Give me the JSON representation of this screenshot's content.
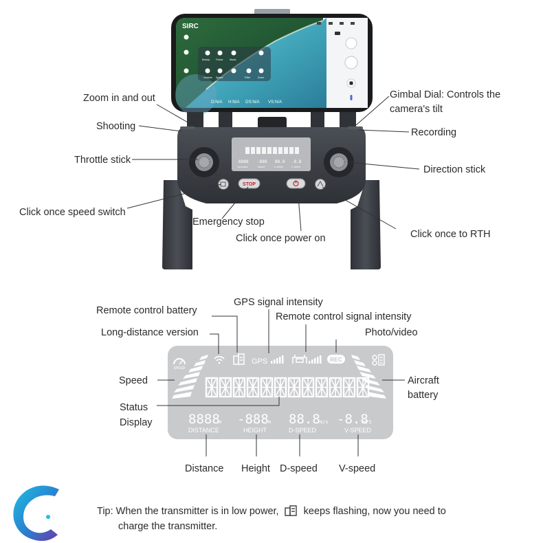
{
  "phone": {
    "brand": "SIRC",
    "telemetry": [
      "D:N/A",
      "H:N/A",
      "DS:N/A",
      "VS:N/A"
    ],
    "menu_items": [
      "Beauty",
      "Follow",
      "Music",
      "Gesture",
      "Speed",
      "Filter",
      "Zoom"
    ]
  },
  "controller": {
    "stop_label": "STOP",
    "lcd_values": [
      "8888",
      "-888",
      "88.8",
      "-8.8"
    ],
    "lcd_units": [
      "DISTANCE",
      "HEIGHT",
      "D-SPEED",
      "V-SPEED"
    ]
  },
  "top_labels": {
    "zoom": "Zoom in and out",
    "shooting": "Shooting",
    "throttle": "Throttle stick",
    "speed_switch": "Click once speed switch",
    "emergency_stop": "Emergency stop",
    "power_on": "Click once power on",
    "rth": "Click once to RTH",
    "direction": "Direction stick",
    "recording": "Recording",
    "gimbal": "Gimbal Dial: Controls the camera's tilt"
  },
  "lcd_labels": {
    "rc_battery": "Remote control battery",
    "gps_intensity": "GPS signal intensity",
    "rc_signal": "Remote control signal intensity",
    "long_distance": "Long-distance version",
    "photo_video": "Photo/video",
    "speed": "Speed",
    "aircraft_battery": "Aircraft battery",
    "status_display": "Status Display",
    "distance": "Distance",
    "height": "Height",
    "d_speed": "D-speed",
    "v_speed": "V-speed"
  },
  "lcd_panel": {
    "gps_text": "GPS",
    "rec_text": "REC",
    "speed_icon_text": "SPEED",
    "distance_digits": "8888",
    "distance_unit": "m",
    "height_digits": "-888",
    "height_unit": "m",
    "dspeed_digits": "88.8",
    "dspeed_unit": "m/s",
    "vspeed_digits": "-8.8",
    "vspeed_unit": "m/S",
    "distance_caption": "DISTANCE",
    "height_caption": "HEIGHT",
    "dspeed_caption": "D-SPEED",
    "vspeed_caption": "V-SPEED"
  },
  "tip": {
    "prefix": "Tip: When the transmitter is in low power,",
    "suffix": "keeps flashing, now you need to",
    "line2": "charge the transmitter."
  },
  "colors": {
    "controller_body": "#3d4147",
    "lcd_panel": "#c9cacc",
    "screen_green": "#1f5a3c",
    "screen_water": "#3a9fb0",
    "logo_cyan": "#19b4d8",
    "logo_purple": "#5a3fa8"
  }
}
